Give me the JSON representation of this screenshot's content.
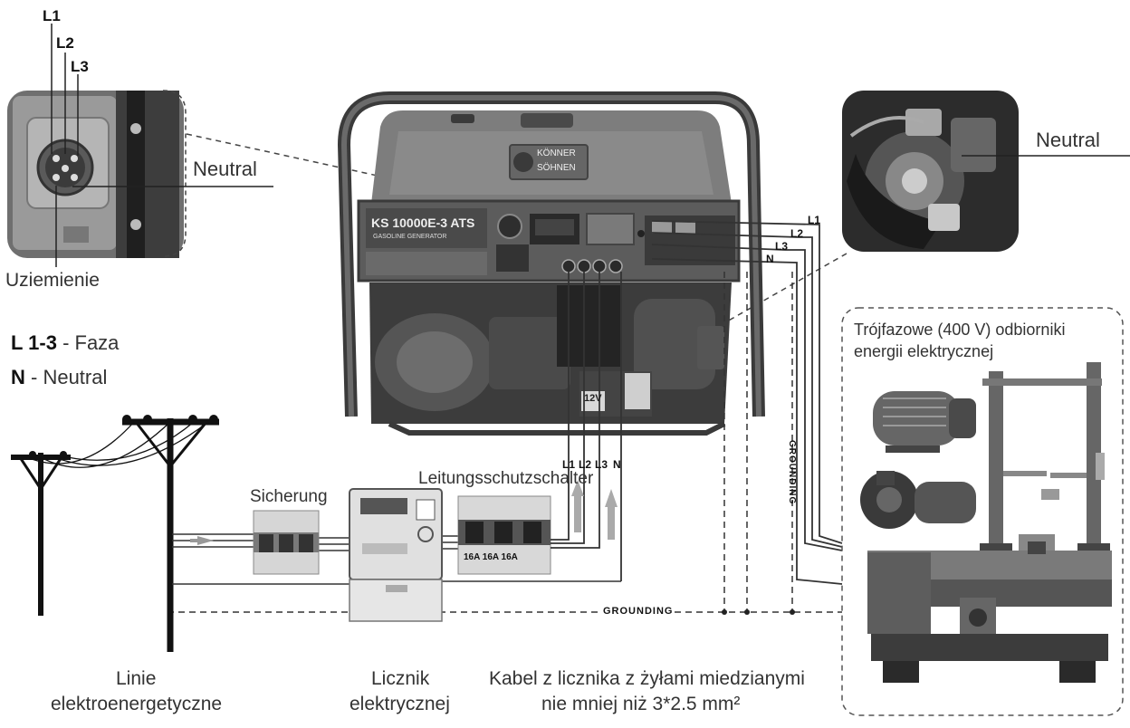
{
  "socket_labels": {
    "l1": "L1",
    "l2": "L2",
    "l3": "L3"
  },
  "socket_neutral": "Neutral",
  "socket_ground": "Uziemienie",
  "legend": {
    "phase_key": "L 1-3",
    "phase_text": " - Faza",
    "neutral_key": "N",
    "neutral_text": " - Neutral"
  },
  "generator": {
    "brand_line1": "KÖNNER",
    "brand_line2": "SÖHNEN",
    "model": "KS 10000E-3 ATS",
    "subtitle": "GASOLINE GENERATOR",
    "battery": "12V"
  },
  "generator_taps": [
    "L1",
    "L2",
    "L3",
    "N"
  ],
  "right_wires": [
    "L1",
    "L2",
    "L3",
    "N"
  ],
  "alternator_neutral": "Neutral",
  "grounding_vertical": "GROUNDING",
  "grounding_horizontal": "GROUNDING",
  "fuse_label": "Sicherung",
  "breaker_label": "Leitungsschutzschalter",
  "breaker_ratings": "16A 16A 16A",
  "loads_title_line1": "Trójfazowe (400 V) odbiorniki",
  "loads_title_line2": "energii elektrycznej",
  "captions": {
    "lines_1": "Linie",
    "lines_2": "elektroenergetyczne",
    "meter_1": "Licznik",
    "meter_2": "elektrycznej",
    "cable_1": "Kabel z licznika z żyłami miedzianymi",
    "cable_2": "nie mniej niż 3*2.5 mm²"
  }
}
